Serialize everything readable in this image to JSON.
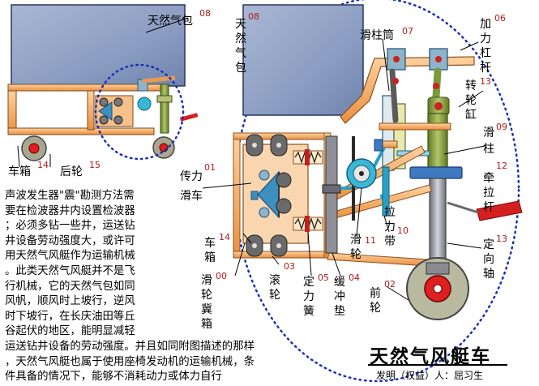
{
  "labels": {
    "balloon_left": "天然气包",
    "balloon_left_num": "08",
    "balloon_big_1": "天",
    "balloon_big_2": "然",
    "balloon_big_3": "气",
    "balloon_big_4": "包",
    "balloon_big_num": "08",
    "car_left": "车箱",
    "car_left_num": "14",
    "rear_wheel": "后轮",
    "rear_wheel_num": "15",
    "slide_cyl": "滑柱筒",
    "slide_cyl_num": "07",
    "lever_1": "加",
    "lever_2": "力",
    "lever_3": "杠",
    "lever_4": "杆",
    "lever_num": "06",
    "turn_cyl_1": "转",
    "turn_cyl_2": "轮",
    "turn_cyl_3": "缸",
    "turn_cyl_num": "13",
    "slide_col_1": "滑",
    "slide_col_2": "柱",
    "slide_col_num": "09",
    "pull_lever_1": "牵",
    "pull_lever_2": "拉",
    "pull_lever_3": "杆",
    "pull_lever_num": "12",
    "guide_axis_1": "定",
    "guide_axis_2": "向",
    "guide_axis_3": "轴",
    "guide_axis_num": "13",
    "trans_pulley_1": "传力",
    "trans_pulley_2": "滑车",
    "trans_pulley_num": "01",
    "car_right_1": "车",
    "car_right_2": "箱",
    "car_right_num": "14",
    "pulley_box_1": "滑",
    "pulley_box_2": "轮",
    "pulley_box_3": "冀",
    "pulley_box_4": "箱",
    "pulley_box_num": "00",
    "roller_1": "滚",
    "roller_2": "轮",
    "roller_num": "03",
    "spring_1": "定",
    "spring_2": "力",
    "spring_3": "簧",
    "spring_num": "05",
    "buffer_1": "缓",
    "buffer_2": "冲",
    "buffer_3": "垫",
    "buffer_num": "04",
    "pulley_1": "滑",
    "pulley_2": "轮",
    "pulley_num": "11",
    "belt_1": "拉",
    "belt_2": "力",
    "belt_3": "带",
    "belt_num": "10",
    "front_wheel_1": "前",
    "front_wheel_2": "轮",
    "front_wheel_num": "02"
  },
  "paragraph": [
    "声波发生器\"震\"勘测方法需",
    "要在检波器井内设置检波器",
    "；必须多钻一些井，运送钻",
    "井设备劳动强度大，或许可",
    "用天然气风艇作为运输机械",
    "。此类天然气风艇并不是飞",
    "行机械，它的天然气包如同",
    "风帆，顺风时上坡行，逆风",
    "时下坡行，在长庆油田等丘",
    "谷起伏的地区，能明显减轻",
    "运送钻井设备的劳动强度。并且如同附图描述的那样",
    "，天然气风艇也属于使用座椅发动机的运输机械，条",
    "件具备的情况下，能够不消耗动力或体力自行"
  ],
  "title": "天然气风艇车",
  "credit": "发明（权益）人：屈习生",
  "colors": {
    "frame": "#f2a65e",
    "frame_dark": "#c9782e",
    "balloon": "#8fa2c5",
    "dots": "#1a2fb8",
    "rod": "#7d9a3a",
    "shaft": "#a0a0a8",
    "wheel": "#b8b8a0",
    "hub": "#e02020",
    "belt": "#2aa0c8",
    "red_bar": "#d42020"
  }
}
